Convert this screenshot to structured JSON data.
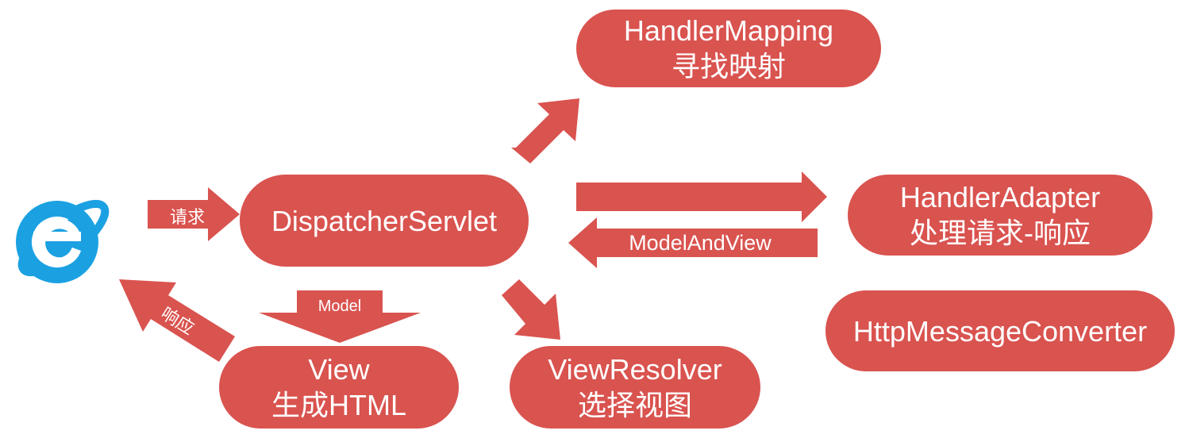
{
  "nodes": {
    "dispatcher": {
      "line1": "DispatcherServlet"
    },
    "handler_mapping": {
      "line1": "HandlerMapping",
      "line2": "寻找映射"
    },
    "handler_adapter": {
      "line1": "HandlerAdapter",
      "line2": "处理请求-响应"
    },
    "http_converter": {
      "line1": "HttpMessageConverter"
    },
    "view": {
      "line1": "View",
      "line2": "生成HTML"
    },
    "view_resolver": {
      "line1": "ViewResolver",
      "line2": "选择视图"
    }
  },
  "arrows": {
    "request": "请求",
    "response": "响应",
    "model_and_view": "ModelAndView",
    "model": "Model"
  },
  "colors": {
    "node_fill": "#d9534f",
    "text": "#ffffff",
    "browser_icon": "#1ba1e2"
  },
  "icon": "internet-explorer-icon"
}
